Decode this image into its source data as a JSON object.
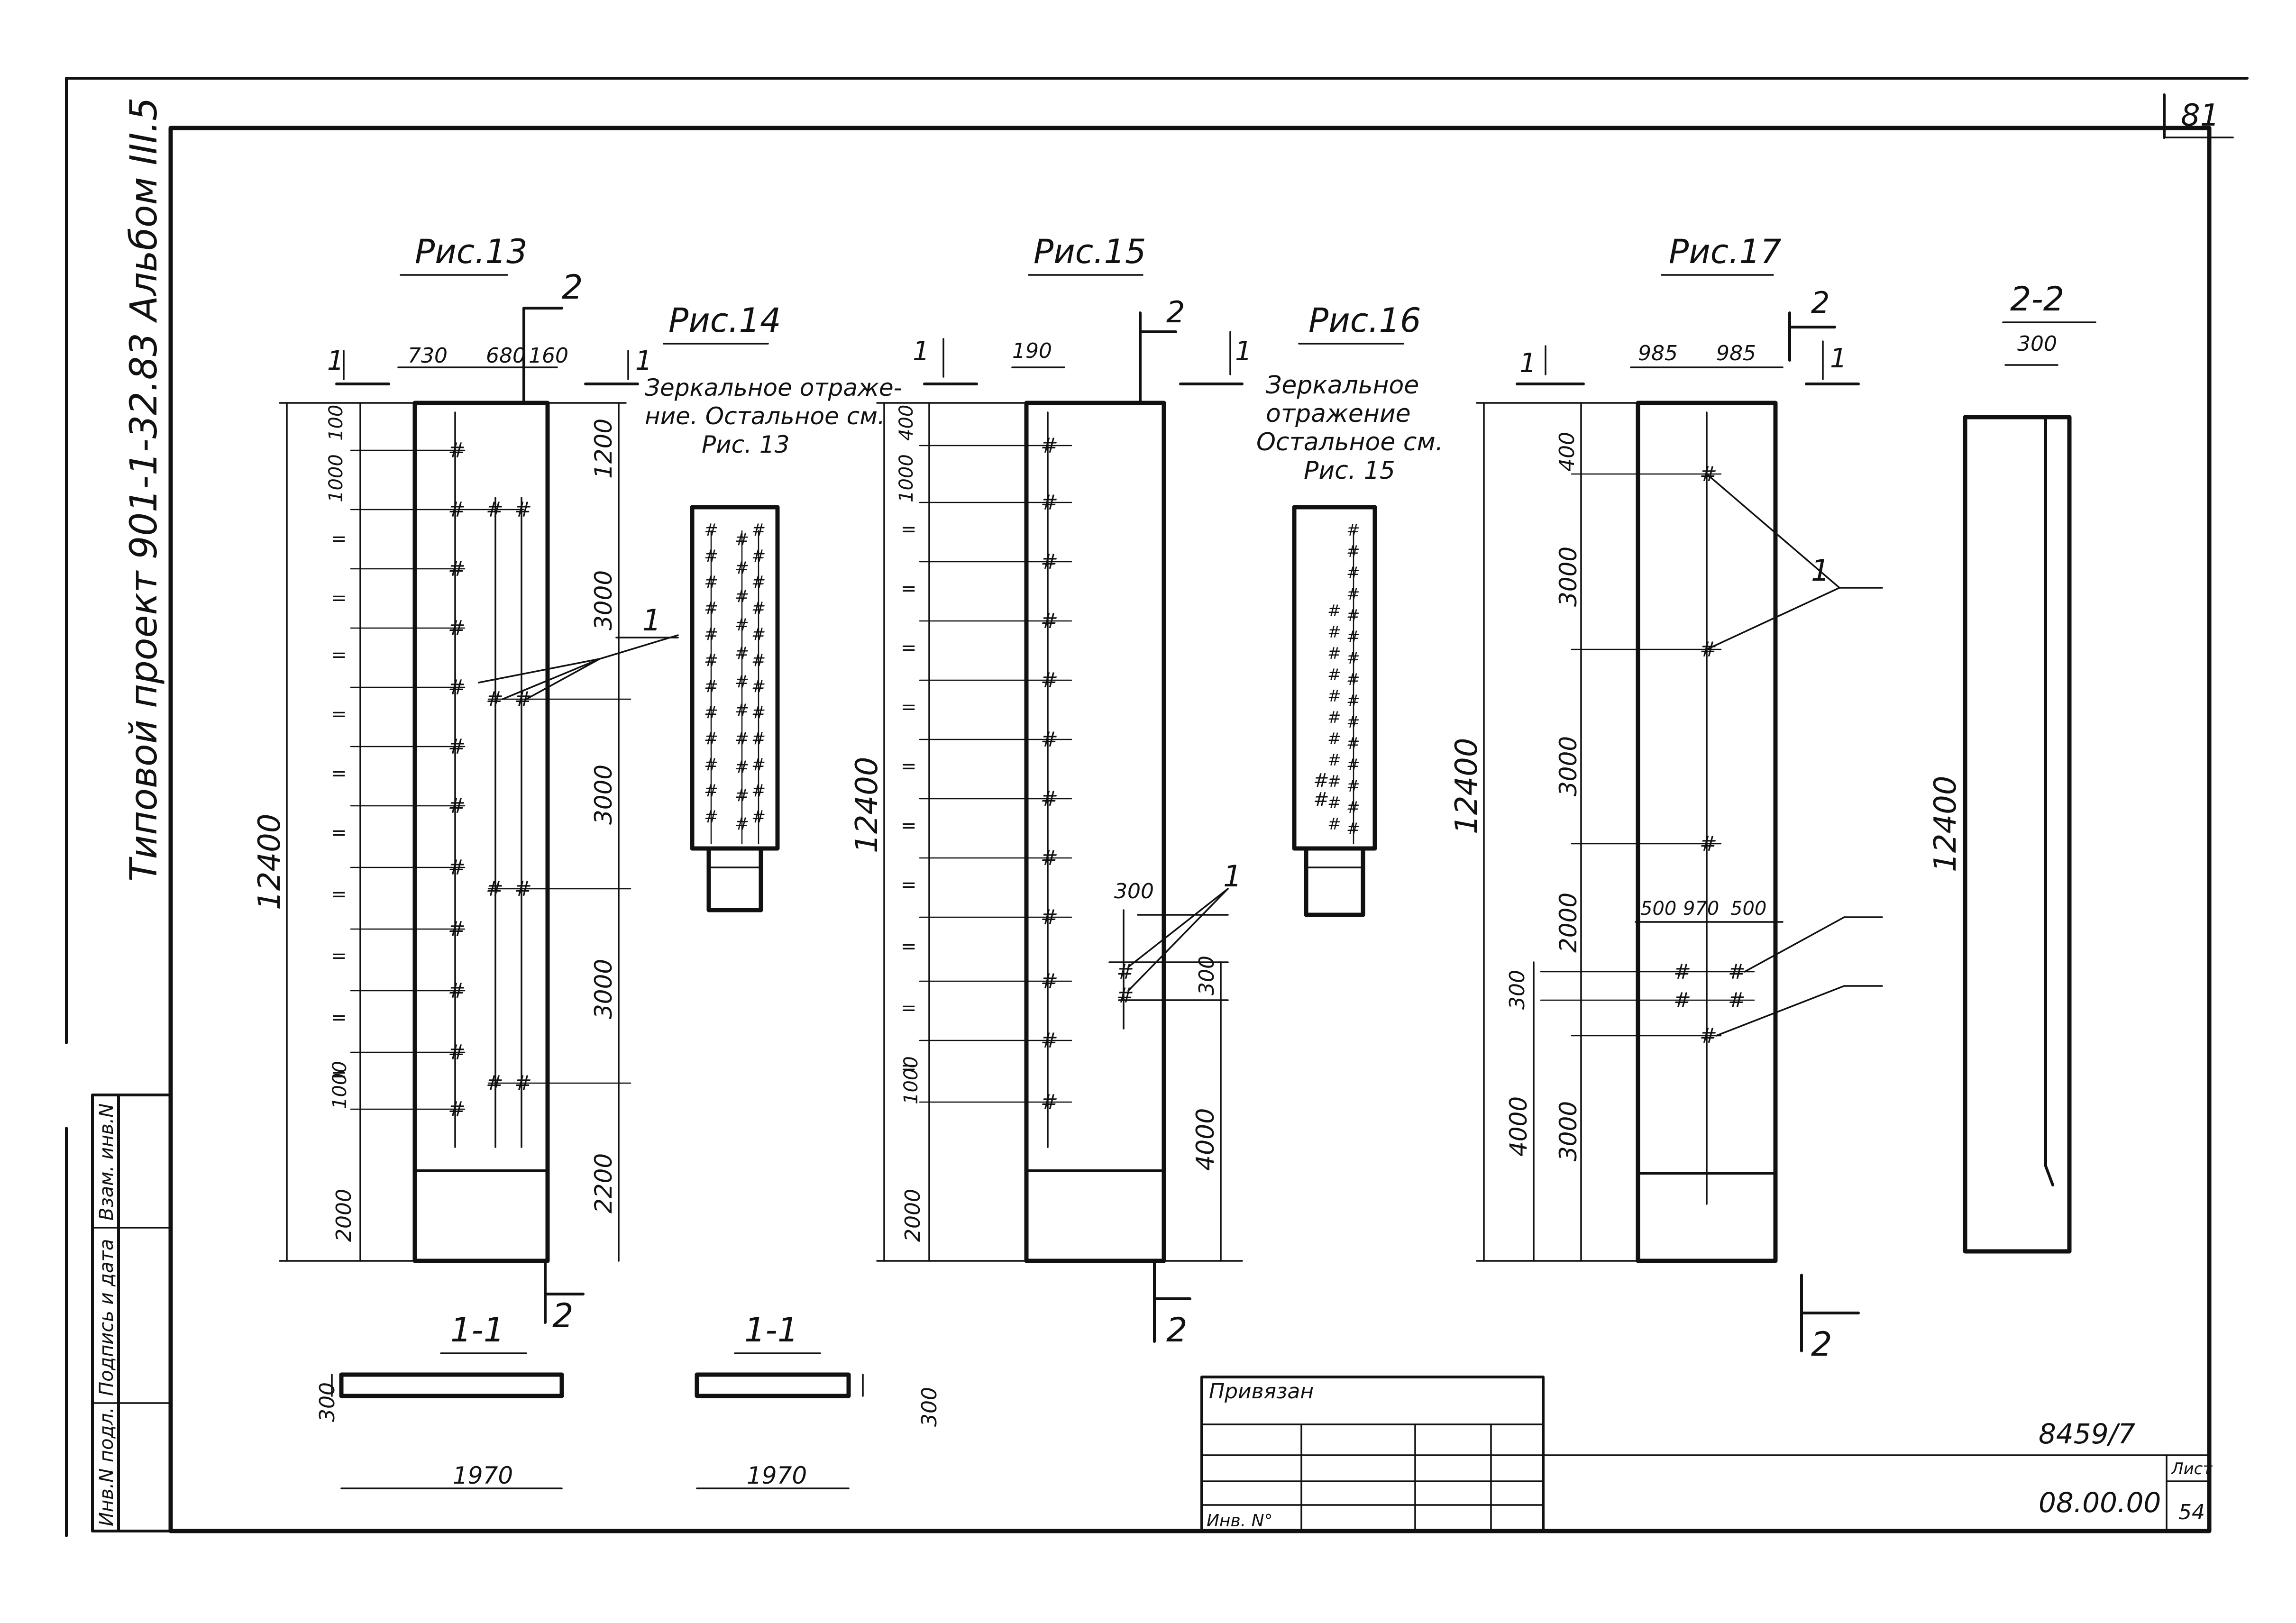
{
  "sheet": {
    "corner_number": "81",
    "project_title": "Типовой проект 901-1-32.83 Альбом III.5",
    "sheet_code": "8459/7",
    "doc_number": "08.00.00",
    "sheet_label": "Лист",
    "sheet_no": "54"
  },
  "side_stamp": {
    "cells": [
      "Инв.N подл.",
      "Подпись и дата",
      "Взам. инв.N"
    ]
  },
  "bind_box": {
    "title": "Привязан",
    "inv_label": "Инв. N°"
  },
  "figures": {
    "fig13": {
      "title": "Рис.13",
      "top_dims": [
        "730",
        "680",
        "160"
      ],
      "left_dims": [
        "100",
        "1000",
        "=",
        "=",
        "=",
        "=",
        "=",
        "=",
        "=",
        "=",
        "=",
        "=",
        "1000",
        "2000"
      ],
      "right_dims": [
        "1200",
        "3000",
        "3000",
        "3000",
        "2200"
      ],
      "total": "12400",
      "callout": "1",
      "section_mark": "1",
      "cut_mark": "2"
    },
    "fig14": {
      "title": "Рис.14",
      "note": [
        "Зеркальное отраже-",
        "ние. Остальное см.",
        "Рис. 13"
      ]
    },
    "fig15": {
      "title": "Рис.15",
      "top_dims": [
        "190"
      ],
      "left_dims": [
        "400",
        "1000",
        "=",
        "=",
        "=",
        "=",
        "=",
        "=",
        "=",
        "=",
        "=",
        "=",
        "1000",
        "2000"
      ],
      "total": "12400",
      "side_dims": [
        "300",
        "300",
        "4000"
      ],
      "callout": "1",
      "section_mark": "1",
      "cut_mark": "2"
    },
    "fig16": {
      "title": "Рис.16",
      "note": [
        "Зеркальное",
        "отражение",
        "Остальное см.",
        "Рис. 15"
      ]
    },
    "fig17": {
      "title": "Рис.17",
      "top_dims": [
        "985",
        "985"
      ],
      "left_dims": [
        "400",
        "3000",
        "3000",
        "2000",
        "300",
        "3000"
      ],
      "outer_dims": [
        "4000"
      ],
      "lower_dims": [
        "500",
        "970",
        "500"
      ],
      "total": "12400",
      "callout": "1",
      "section_mark": "1",
      "cut_mark": "2"
    },
    "section22": {
      "title": "2-2",
      "width": "300",
      "total": "12400"
    },
    "section11a": {
      "title": "1-1",
      "height": "300",
      "width": "1970"
    },
    "section11b": {
      "title": "1-1",
      "height": "300",
      "width": "1970"
    }
  }
}
